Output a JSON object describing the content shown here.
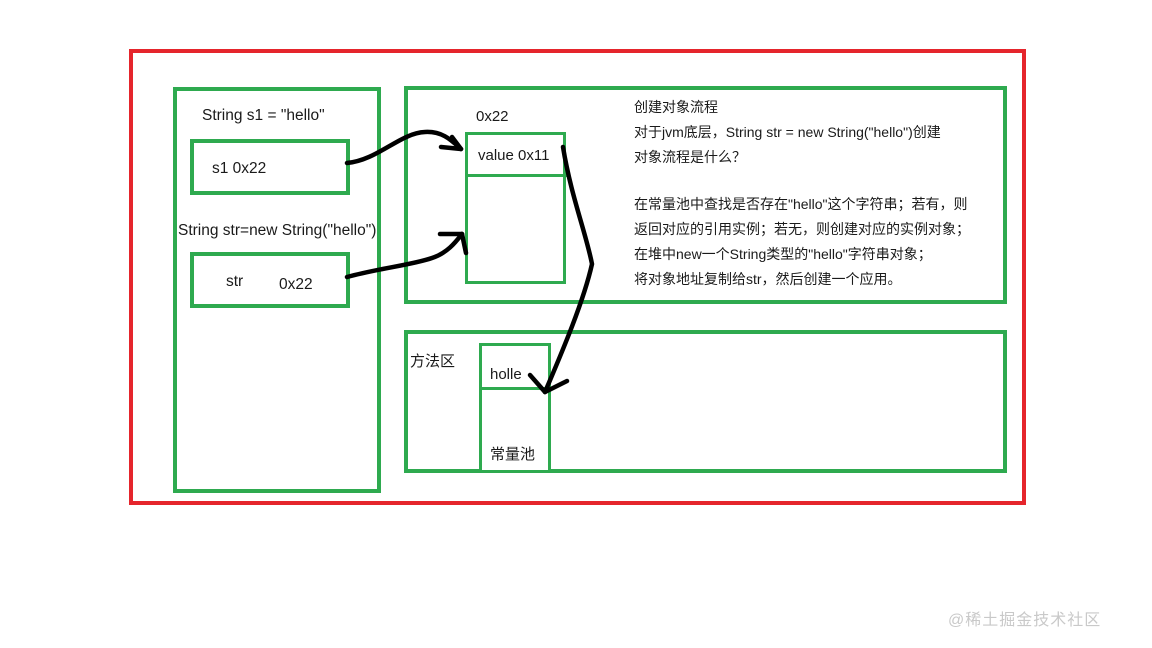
{
  "diagram": {
    "title": "JVM String object creation memory diagram",
    "colors": {
      "outer_border": "#e5252c",
      "region_border": "#2eaa4f",
      "text": "#1a1a1a",
      "arrow": "#000000",
      "watermark": "#c9c9c9"
    },
    "stack": {
      "s1_declaration": "String s1 = \"hello\"",
      "s1_frame_text": "s1  0x22",
      "str_declaration": "String  str=new String(\"hello\")",
      "str_frame_name": "str",
      "str_frame_address": "0x22"
    },
    "heap": {
      "object_address_label": "0x22",
      "object_value_text": "value  0x11"
    },
    "method_area": {
      "label": "方法区",
      "literal": "holle",
      "pool_label": "常量池"
    },
    "explanation": {
      "heading": "创建对象流程",
      "question_line1": "对于jvm底层，String str = new String(\"hello\")创建",
      "question_line2": "对象流程是什么？",
      "step1": "在常量池中查找是否存在\"hello\"这个字符串；若有，则",
      "step2": "返回对应的引用实例；若无，则创建对应的实例对象；",
      "step3": "在堆中new一个String类型的\"hello\"字符串对象；",
      "step4": "将对象地址复制给str，然后创建一个应用。"
    },
    "arrows": [
      {
        "name": "s1-to-heap-object",
        "from": "s1-frame",
        "to": "heap-object-value-cell"
      },
      {
        "name": "str-to-heap-object",
        "from": "str-frame",
        "to": "heap-object"
      },
      {
        "name": "heap-object-to-constant-pool",
        "from": "heap-object-value-cell",
        "to": "constant-pool-box"
      }
    ],
    "watermark": "@稀土掘金技术社区"
  }
}
